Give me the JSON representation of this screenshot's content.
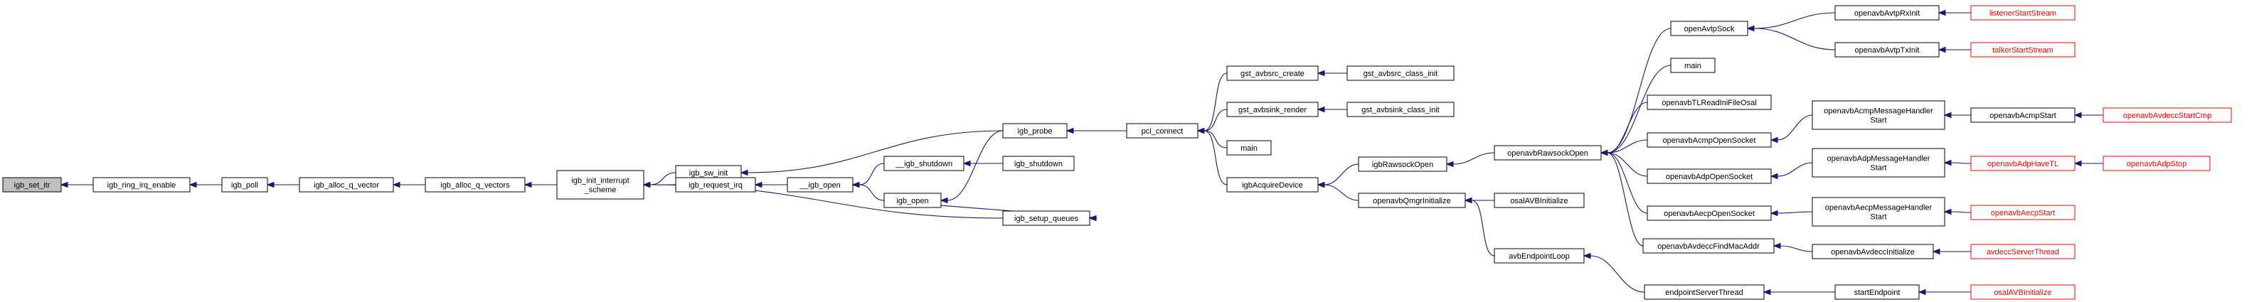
{
  "colors": {
    "edge": "#191970",
    "node_border": "#000000",
    "node_fill": "#ffffff",
    "root_fill": "#bfbfbf",
    "external_border": "#ff0000",
    "text": "#000000"
  },
  "nodes": [
    {
      "id": "igb_set_itr",
      "lines": [
        "igb_set_itr"
      ],
      "kind": "root"
    },
    {
      "id": "igb_ring_irq_enable",
      "lines": [
        "igb_ring_irq_enable"
      ],
      "kind": "normal"
    },
    {
      "id": "igb_poll",
      "lines": [
        "igb_poll"
      ],
      "kind": "normal"
    },
    {
      "id": "igb_alloc_q_vector",
      "lines": [
        "igb_alloc_q_vector"
      ],
      "kind": "normal"
    },
    {
      "id": "igb_alloc_q_vectors",
      "lines": [
        "igb_alloc_q_vectors"
      ],
      "kind": "normal"
    },
    {
      "id": "igb_init_interrupt_scheme",
      "lines": [
        "igb_init_interrupt",
        "_scheme"
      ],
      "kind": "normal"
    },
    {
      "id": "igb_sw_init",
      "lines": [
        "igb_sw_init"
      ],
      "kind": "normal"
    },
    {
      "id": "igb_request_irq",
      "lines": [
        "igb_request_irq"
      ],
      "kind": "normal"
    },
    {
      "id": "__igb_open",
      "lines": [
        "__igb_open"
      ],
      "kind": "normal"
    },
    {
      "id": "__igb_shutdown",
      "lines": [
        "__igb_shutdown"
      ],
      "kind": "normal"
    },
    {
      "id": "igb_open",
      "lines": [
        "igb_open"
      ],
      "kind": "normal"
    },
    {
      "id": "igb_probe",
      "lines": [
        "igb_probe"
      ],
      "kind": "normal"
    },
    {
      "id": "igb_shutdown",
      "lines": [
        "igb_shutdown"
      ],
      "kind": "normal"
    },
    {
      "id": "igb_setup_queues",
      "lines": [
        "igb_setup_queues"
      ],
      "kind": "normal"
    },
    {
      "id": "pci_connect",
      "lines": [
        "pci_connect"
      ],
      "kind": "normal"
    },
    {
      "id": "gst_avbsrc_create",
      "lines": [
        "gst_avbsrc_create"
      ],
      "kind": "normal"
    },
    {
      "id": "gst_avbsink_render",
      "lines": [
        "gst_avbsink_render"
      ],
      "kind": "normal"
    },
    {
      "id": "main_1",
      "lines": [
        "main"
      ],
      "kind": "normal"
    },
    {
      "id": "igbAcquireDevice",
      "lines": [
        "igbAcquireDevice"
      ],
      "kind": "normal"
    },
    {
      "id": "gst_avbsrc_class_init",
      "lines": [
        "gst_avbsrc_class_init"
      ],
      "kind": "normal"
    },
    {
      "id": "gst_avbsink_class_init",
      "lines": [
        "gst_avbsink_class_init"
      ],
      "kind": "normal"
    },
    {
      "id": "igbRawsockOpen",
      "lines": [
        "igbRawsockOpen"
      ],
      "kind": "normal"
    },
    {
      "id": "openavbQmgrInitialize",
      "lines": [
        "openavbQmgrInitialize"
      ],
      "kind": "normal"
    },
    {
      "id": "openavbRawsockOpen",
      "lines": [
        "openavbRawsockOpen"
      ],
      "kind": "normal"
    },
    {
      "id": "osalAVBInitialize_1",
      "lines": [
        "osalAVBInitialize"
      ],
      "kind": "normal"
    },
    {
      "id": "avbEndpointLoop",
      "lines": [
        "avbEndpointLoop"
      ],
      "kind": "normal"
    },
    {
      "id": "openAvtpSock",
      "lines": [
        "openAvtpSock"
      ],
      "kind": "normal"
    },
    {
      "id": "main_2",
      "lines": [
        "main"
      ],
      "kind": "normal"
    },
    {
      "id": "openavbTLReadIniFileOsal",
      "lines": [
        "openavbTLReadIniFileOsal"
      ],
      "kind": "normal"
    },
    {
      "id": "openavbAcmpOpenSocket",
      "lines": [
        "openavbAcmpOpenSocket"
      ],
      "kind": "normal"
    },
    {
      "id": "openavbAdpOpenSocket",
      "lines": [
        "openavbAdpOpenSocket"
      ],
      "kind": "normal"
    },
    {
      "id": "openavbAecpOpenSocket",
      "lines": [
        "openavbAecpOpenSocket"
      ],
      "kind": "normal"
    },
    {
      "id": "openavbAvdeccFindMacAddr",
      "lines": [
        "openavbAvdeccFindMacAddr"
      ],
      "kind": "normal"
    },
    {
      "id": "endpointServerThread",
      "lines": [
        "endpointServerThread"
      ],
      "kind": "normal"
    },
    {
      "id": "openavbAvtpRxInit",
      "lines": [
        "openavbAvtpRxInit"
      ],
      "kind": "normal"
    },
    {
      "id": "openavbAvtpTxInit",
      "lines": [
        "openavbAvtpTxInit"
      ],
      "kind": "normal"
    },
    {
      "id": "openavbAcmpMessageHandlerStart",
      "lines": [
        "openavbAcmpMessageHandler",
        "Start"
      ],
      "kind": "normal"
    },
    {
      "id": "openavbAdpMessageHandlerStart",
      "lines": [
        "openavbAdpMessageHandler",
        "Start"
      ],
      "kind": "normal"
    },
    {
      "id": "openavbAecpMessageHandlerStart",
      "lines": [
        "openavbAecpMessageHandler",
        "Start"
      ],
      "kind": "normal"
    },
    {
      "id": "openavbAvdeccInitialize",
      "lines": [
        "openavbAvdeccInitialize"
      ],
      "kind": "normal"
    },
    {
      "id": "startEndpoint",
      "lines": [
        "startEndpoint"
      ],
      "kind": "normal"
    },
    {
      "id": "listenerStartStream",
      "lines": [
        "listenerStartStream"
      ],
      "kind": "external"
    },
    {
      "id": "talkerStartStream",
      "lines": [
        "talkerStartStream"
      ],
      "kind": "external"
    },
    {
      "id": "openavbAcmpStart",
      "lines": [
        "openavbAcmpStart"
      ],
      "kind": "normal"
    },
    {
      "id": "openavbAdpHaveTL",
      "lines": [
        "openavbAdpHaveTL"
      ],
      "kind": "external"
    },
    {
      "id": "openavbAecpStart",
      "lines": [
        "openavbAecpStart"
      ],
      "kind": "external"
    },
    {
      "id": "avdeccServerThread",
      "lines": [
        "avdeccServerThread"
      ],
      "kind": "external"
    },
    {
      "id": "osalAVBInitialize_2",
      "lines": [
        "osalAVBInitialize"
      ],
      "kind": "external"
    },
    {
      "id": "openavbAvdeccStartCmp",
      "lines": [
        "openavbAvdeccStartCmp"
      ],
      "kind": "external"
    },
    {
      "id": "openavbAdpStop",
      "lines": [
        "openavbAdpStop"
      ],
      "kind": "external"
    }
  ],
  "edges": [
    {
      "from": "igb_ring_irq_enable",
      "to": "igb_set_itr"
    },
    {
      "from": "igb_poll",
      "to": "igb_ring_irq_enable"
    },
    {
      "from": "igb_alloc_q_vector",
      "to": "igb_poll"
    },
    {
      "from": "igb_alloc_q_vectors",
      "to": "igb_alloc_q_vector"
    },
    {
      "from": "igb_init_interrupt_scheme",
      "to": "igb_alloc_q_vectors"
    },
    {
      "from": "igb_sw_init",
      "to": "igb_init_interrupt_scheme"
    },
    {
      "from": "igb_request_irq",
      "to": "igb_init_interrupt_scheme"
    },
    {
      "from": "igb_setup_queues",
      "to": "igb_init_interrupt_scheme"
    },
    {
      "from": "igb_probe",
      "to": "igb_sw_init"
    },
    {
      "from": "__igb_open",
      "to": "igb_request_irq"
    },
    {
      "from": "__igb_shutdown",
      "to": "__igb_open"
    },
    {
      "from": "igb_open",
      "to": "__igb_open"
    },
    {
      "from": "igb_shutdown",
      "to": "__igb_shutdown"
    },
    {
      "from": "igb_probe",
      "to": "igb_open"
    },
    {
      "from": "igb_open",
      "to": "igb_setup_queues"
    },
    {
      "from": "pci_connect",
      "to": "igb_probe"
    },
    {
      "from": "gst_avbsrc_create",
      "to": "pci_connect"
    },
    {
      "from": "gst_avbsink_render",
      "to": "pci_connect"
    },
    {
      "from": "main_1",
      "to": "pci_connect"
    },
    {
      "from": "igbAcquireDevice",
      "to": "pci_connect"
    },
    {
      "from": "gst_avbsrc_class_init",
      "to": "gst_avbsrc_create"
    },
    {
      "from": "gst_avbsink_class_init",
      "to": "gst_avbsink_render"
    },
    {
      "from": "igbRawsockOpen",
      "to": "igbAcquireDevice"
    },
    {
      "from": "openavbQmgrInitialize",
      "to": "igbAcquireDevice"
    },
    {
      "from": "openavbRawsockOpen",
      "to": "igbRawsockOpen"
    },
    {
      "from": "osalAVBInitialize_1",
      "to": "openavbQmgrInitialize"
    },
    {
      "from": "avbEndpointLoop",
      "to": "openavbQmgrInitialize"
    },
    {
      "from": "endpointServerThread",
      "to": "avbEndpointLoop"
    },
    {
      "from": "openAvtpSock",
      "to": "openavbRawsockOpen"
    },
    {
      "from": "main_2",
      "to": "openavbRawsockOpen"
    },
    {
      "from": "openavbTLReadIniFileOsal",
      "to": "openavbRawsockOpen"
    },
    {
      "from": "openavbAcmpOpenSocket",
      "to": "openavbRawsockOpen"
    },
    {
      "from": "openavbAdpOpenSocket",
      "to": "openavbRawsockOpen"
    },
    {
      "from": "openavbAecpOpenSocket",
      "to": "openavbRawsockOpen"
    },
    {
      "from": "openavbAvdeccFindMacAddr",
      "to": "openavbRawsockOpen"
    },
    {
      "from": "openavbAvtpRxInit",
      "to": "openAvtpSock"
    },
    {
      "from": "openavbAvtpTxInit",
      "to": "openAvtpSock"
    },
    {
      "from": "openavbAcmpMessageHandlerStart",
      "to": "openavbAcmpOpenSocket"
    },
    {
      "from": "openavbAdpMessageHandlerStart",
      "to": "openavbAdpOpenSocket"
    },
    {
      "from": "openavbAecpMessageHandlerStart",
      "to": "openavbAecpOpenSocket"
    },
    {
      "from": "openavbAvdeccInitialize",
      "to": "openavbAvdeccFindMacAddr"
    },
    {
      "from": "startEndpoint",
      "to": "endpointServerThread"
    },
    {
      "from": "listenerStartStream",
      "to": "openavbAvtpRxInit"
    },
    {
      "from": "talkerStartStream",
      "to": "openavbAvtpTxInit"
    },
    {
      "from": "openavbAcmpStart",
      "to": "openavbAcmpMessageHandlerStart"
    },
    {
      "from": "openavbAdpHaveTL",
      "to": "openavbAdpMessageHandlerStart"
    },
    {
      "from": "openavbAecpStart",
      "to": "openavbAecpMessageHandlerStart"
    },
    {
      "from": "avdeccServerThread",
      "to": "openavbAvdeccInitialize"
    },
    {
      "from": "osalAVBInitialize_2",
      "to": "startEndpoint"
    },
    {
      "from": "openavbAvdeccStartCmp",
      "to": "openavbAcmpStart"
    },
    {
      "from": "openavbAdpStop",
      "to": "openavbAdpHaveTL"
    }
  ]
}
